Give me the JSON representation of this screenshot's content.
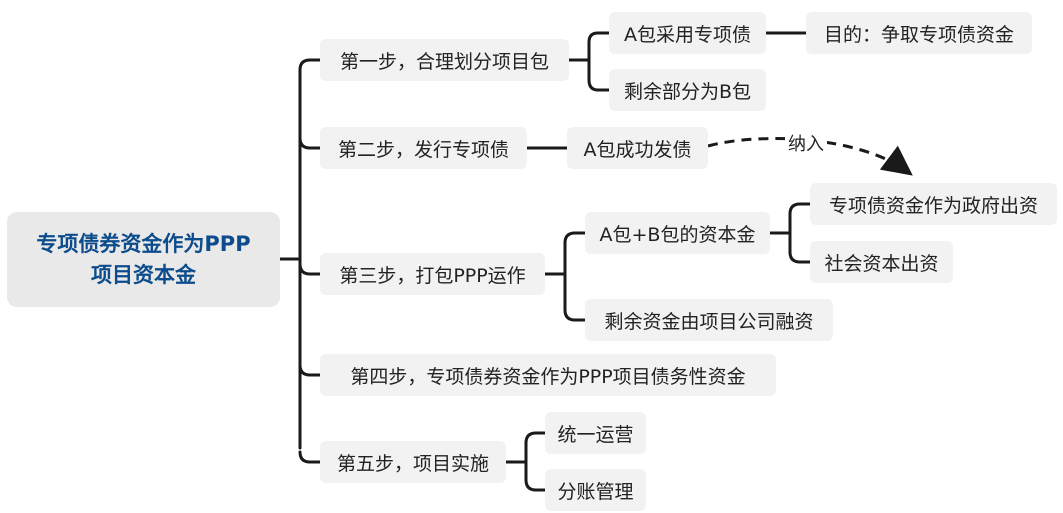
{
  "root": {
    "line1": "专项债券资金作为PPP",
    "line2": "项目资本金"
  },
  "steps": [
    {
      "label": "第一步，合理划分项目包"
    },
    {
      "label": "第二步，发行专项债"
    },
    {
      "label": "第三步，打包PPP运作"
    },
    {
      "label": "第四步，专项债券资金作为PPP项目债务性资金"
    },
    {
      "label": "第五步，项目实施"
    }
  ],
  "step1_children": [
    {
      "label": "A包采用专项债"
    },
    {
      "label": "剩余部分为B包"
    }
  ],
  "step1_grandchild": {
    "label": "目的：争取专项债资金"
  },
  "step2_child": {
    "label": "A包成功发债"
  },
  "relation": {
    "label": "纳入"
  },
  "step3_children": [
    {
      "label": "A包+B包的资本金"
    },
    {
      "label": "剩余资金由项目公司融资"
    }
  ],
  "step3_grandchildren": [
    {
      "label": "专项债资金作为政府出资"
    },
    {
      "label": "社会资本出资"
    }
  ],
  "step5_children": [
    {
      "label": "统一运营"
    },
    {
      "label": "分账管理"
    }
  ],
  "colors": {
    "line": "#1a1a1a",
    "node_bg": "#f2f2f2",
    "root_text": "#0d4c8c"
  }
}
